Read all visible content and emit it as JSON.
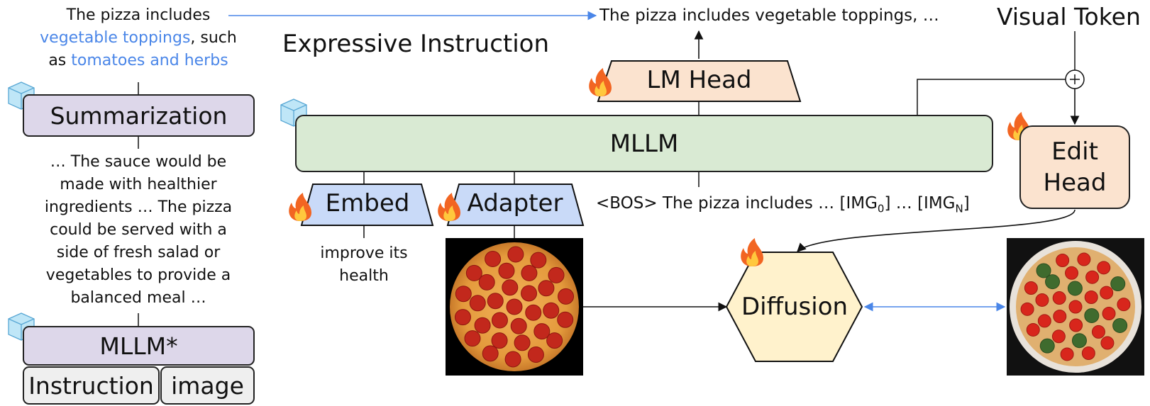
{
  "left_panel": {
    "top_text": {
      "line1": "The pizza includes",
      "line2_highlight": "vegetable toppings",
      "line2_rest": ", such",
      "line3_prefix": "as ",
      "line3_highlight": "tomatoes and herbs"
    },
    "summarization_label": "Summarization",
    "middle_text": [
      "… The sauce would be",
      "made with healthier",
      "ingredients … The pizza",
      "could be served with a",
      "side of fresh salad or",
      "vegetables to provide a",
      "balanced meal …"
    ],
    "mllm_star_label": "MLLM*",
    "instruction_label": "Instruction",
    "image_label": "image"
  },
  "main": {
    "expressive_instruction": "Expressive Instruction",
    "output_text": "The pizza includes vegetable toppings, …",
    "visual_token": "Visual Token",
    "lm_head_label": "LM Head",
    "mllm_label": "MLLM",
    "embed_label": "Embed",
    "adapter_label": "Adapter",
    "edit_head_line1": "Edit",
    "edit_head_line2": "Head",
    "sequence_prefix": "<BOS> The pizza includes … [IMG",
    "sequence_sub0": "0",
    "sequence_mid": "] … [IMG",
    "sequence_subN": "N",
    "sequence_suffix": "]",
    "input_text_line1": "improve its",
    "input_text_line2": "health",
    "diffusion_label": "Diffusion"
  },
  "colors": {
    "frozen_module": "#ddd7ea",
    "mllm_fill": "#d9ead3",
    "trainable_head": "#fbe3cf",
    "embed_adapter_fill": "#c9daf8",
    "diffusion_fill": "#fff2cc",
    "highlight_text": "#4a86e8",
    "connector_blue": "#4a86e8"
  },
  "icons": {
    "frozen": "ice-cube-icon",
    "trainable": "fire-icon"
  }
}
